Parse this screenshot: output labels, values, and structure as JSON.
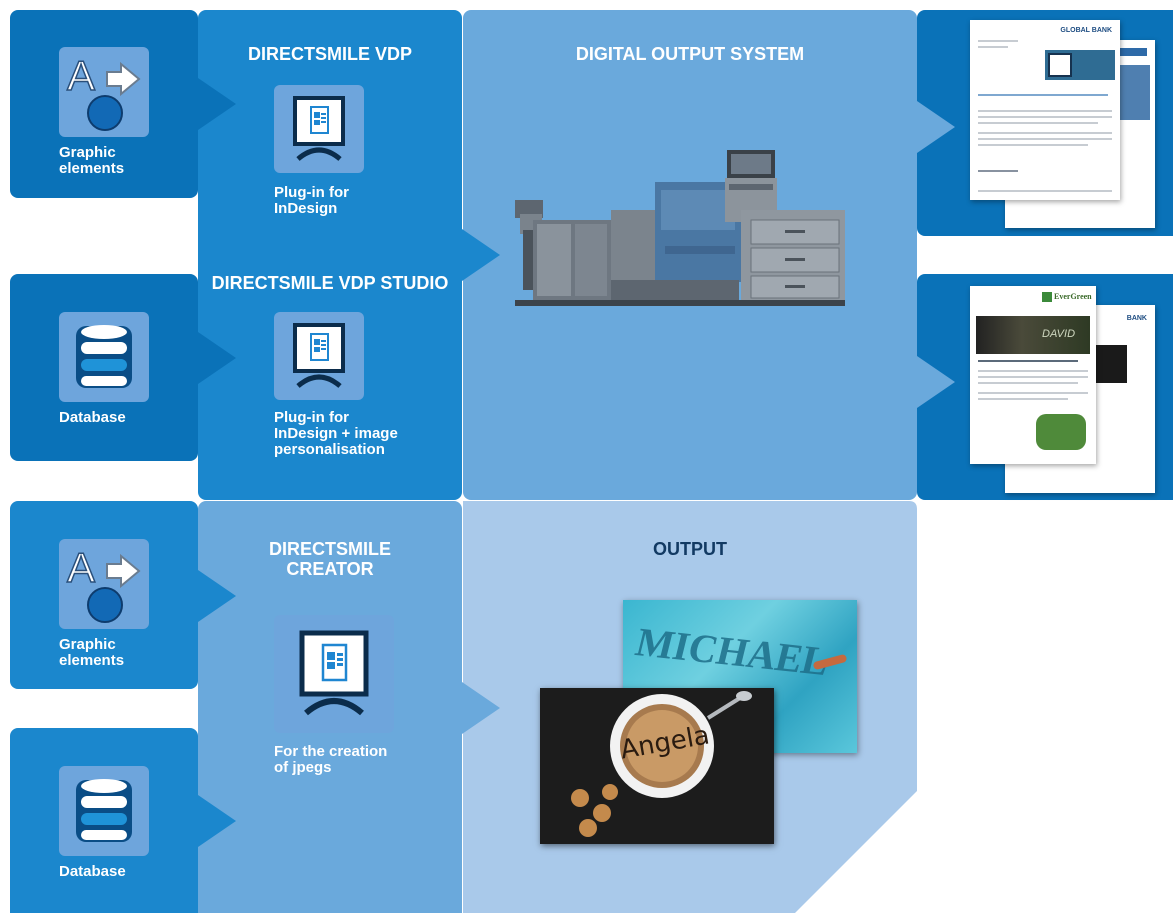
{
  "inputs": [
    {
      "label_lines": [
        "Graphic",
        "elements"
      ],
      "icon": "graphic-elements-icon"
    },
    {
      "label_lines": [
        "Database"
      ],
      "icon": "database-icon"
    },
    {
      "label_lines": [
        "Graphic",
        "elements"
      ],
      "icon": "graphic-elements-icon"
    },
    {
      "label_lines": [
        "Database"
      ],
      "icon": "database-icon"
    }
  ],
  "software": {
    "vdp": {
      "title": "DIRECTSMILE VDP",
      "desc_lines": [
        "Plug-in for",
        "InDesign"
      ]
    },
    "studio": {
      "title": "DIRECTSMILE VDP STUDIO",
      "desc_lines": [
        "Plug-in for",
        "InDesign + image",
        "personalisation"
      ]
    },
    "creator": {
      "title_lines": [
        "DIRECTSMILE",
        "CREATOR"
      ],
      "desc_lines": [
        "For the creation",
        "of jpegs"
      ]
    }
  },
  "systems": {
    "digital": {
      "title": "DIGITAL OUTPUT SYSTEM"
    },
    "output": {
      "title": "OUTPUT"
    }
  },
  "samples": {
    "doc1": {
      "brand": "GLOBAL BANK"
    },
    "doc2": {
      "brand": "EverGreen",
      "brand_back": "BANK",
      "name": "DAVID"
    },
    "photo_pool": {
      "name": "MICHAEL"
    },
    "photo_cup": {
      "name": "Angela"
    }
  },
  "colors": {
    "dark_blue": "#0a72b8",
    "mid_blue": "#1b87cd",
    "light_blue": "#6aa9dc",
    "pale_blue": "#a9c9ea"
  }
}
